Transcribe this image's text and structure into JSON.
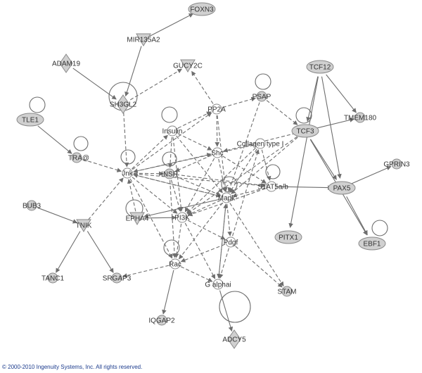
{
  "footer": {
    "copyright": "© 2000-2010 Ingenuity Systems, Inc. All rights reserved."
  },
  "nodes": [
    {
      "id": "FOXN3",
      "label": "FOXN3",
      "shape": "ellipse"
    },
    {
      "id": "MIR135A2",
      "label": "MIR135A2",
      "shape": "triangle-down"
    },
    {
      "id": "ADAM19",
      "label": "ADAM19",
      "shape": "diamond"
    },
    {
      "id": "GUCY2C",
      "label": "GUCY2C",
      "shape": "triangle-down"
    },
    {
      "id": "SH3GL2",
      "label": "SH3GL2",
      "shape": "diamond"
    },
    {
      "id": "TLE1",
      "label": "TLE1",
      "shape": "ellipse"
    },
    {
      "id": "TRAC",
      "label": "TRA@",
      "shape": "circle"
    },
    {
      "id": "Jnk",
      "label": "Jnk",
      "shape": "circle-open"
    },
    {
      "id": "Insulin",
      "label": "Insulin",
      "shape": "circle-open"
    },
    {
      "id": "PP2A",
      "label": "PP2A",
      "shape": "circle-open"
    },
    {
      "id": "Shc",
      "label": "Shc",
      "shape": "circle-open"
    },
    {
      "id": "INSR",
      "label": "INSR",
      "shape": "circle"
    },
    {
      "id": "Collagen",
      "label": "Collagen type I",
      "shape": "circle-open"
    },
    {
      "id": "PSAP",
      "label": "PSAP",
      "shape": "circle"
    },
    {
      "id": "TCF12",
      "label": "TCF12",
      "shape": "ellipse"
    },
    {
      "id": "TMEM180",
      "label": "TMEM180",
      "shape": "circle"
    },
    {
      "id": "TCF3",
      "label": "TCF3",
      "shape": "ellipse"
    },
    {
      "id": "STAT5",
      "label": "STAT5a/b",
      "shape": "circle-open"
    },
    {
      "id": "Mapk",
      "label": "Mapk",
      "shape": "circle-open"
    },
    {
      "id": "PAX5",
      "label": "PAX5",
      "shape": "ellipse"
    },
    {
      "id": "GPRIN3",
      "label": "GPRIN3",
      "shape": "circle"
    },
    {
      "id": "BUB3",
      "label": "BUB3",
      "shape": "circle"
    },
    {
      "id": "TNIK",
      "label": "TNIK",
      "shape": "triangle-down"
    },
    {
      "id": "EPHA4",
      "label": "EPHA4",
      "shape": "triangle-down"
    },
    {
      "id": "PI3K",
      "label": "PI3K",
      "shape": "circle-open"
    },
    {
      "id": "PITX1",
      "label": "PITX1",
      "shape": "ellipse"
    },
    {
      "id": "EBF1",
      "label": "EBF1",
      "shape": "ellipse"
    },
    {
      "id": "Pdgf",
      "label": "Pdgf",
      "shape": "circle-open"
    },
    {
      "id": "Rac",
      "label": "Rac",
      "shape": "circle-open"
    },
    {
      "id": "TANC1",
      "label": "TANC1",
      "shape": "circle"
    },
    {
      "id": "SRGAP3",
      "label": "SRGAP3",
      "shape": "circle"
    },
    {
      "id": "Galphai",
      "label": "G alphai",
      "shape": "circle-open"
    },
    {
      "id": "STAM",
      "label": "STAM",
      "shape": "circle"
    },
    {
      "id": "IQGAP2",
      "label": "IQGAP2",
      "shape": "circle"
    },
    {
      "id": "ADCY5",
      "label": "ADCY5",
      "shape": "diamond"
    }
  ],
  "edges": [
    [
      "MIR135A2",
      "FOXN3",
      "solid"
    ],
    [
      "MIR135A2",
      "SH3GL2",
      "solid"
    ],
    [
      "ADAM19",
      "SH3GL2",
      "solid"
    ],
    [
      "SH3GL2",
      "GUCY2C",
      "dash"
    ],
    [
      "SH3GL2",
      "Jnk",
      "dash"
    ],
    [
      "TLE1",
      "TRAC",
      "solid"
    ],
    [
      "TRAC",
      "Jnk",
      "dash"
    ],
    [
      "Jnk",
      "Insulin",
      "dash"
    ],
    [
      "Jnk",
      "PP2A",
      "dash"
    ],
    [
      "Jnk",
      "INSR",
      "dash"
    ],
    [
      "Jnk",
      "Mapk",
      "dash"
    ],
    [
      "Jnk",
      "PI3K",
      "dash"
    ],
    [
      "Jnk",
      "Rac",
      "dash"
    ],
    [
      "Jnk",
      "STAT5",
      "dash"
    ],
    [
      "Jnk",
      "Shc",
      "dash"
    ],
    [
      "Insulin",
      "PP2A",
      "dash"
    ],
    [
      "Insulin",
      "Shc",
      "dash"
    ],
    [
      "Insulin",
      "INSR",
      "dash"
    ],
    [
      "Insulin",
      "Mapk",
      "dash"
    ],
    [
      "Insulin",
      "PI3K",
      "dash"
    ],
    [
      "PP2A",
      "GUCY2C",
      "dash"
    ],
    [
      "PP2A",
      "Shc",
      "dash"
    ],
    [
      "PP2A",
      "Mapk",
      "dash"
    ],
    [
      "PP2A",
      "PSAP",
      "dash"
    ],
    [
      "Shc",
      "INSR",
      "dash"
    ],
    [
      "Shc",
      "Mapk",
      "dash"
    ],
    [
      "Shc",
      "PI3K",
      "dash"
    ],
    [
      "Shc",
      "STAT5",
      "dash"
    ],
    [
      "INSR",
      "Mapk",
      "dash"
    ],
    [
      "INSR",
      "PI3K",
      "dash"
    ],
    [
      "INSR",
      "Rac",
      "dash"
    ],
    [
      "INSR",
      "STAT5",
      "dash"
    ],
    [
      "Collagen",
      "Mapk",
      "dash"
    ],
    [
      "Collagen",
      "PI3K",
      "dash"
    ],
    [
      "Collagen",
      "STAT5",
      "dash"
    ],
    [
      "Collagen",
      "Jnk",
      "dash"
    ],
    [
      "PSAP",
      "TCF3",
      "dash"
    ],
    [
      "PSAP",
      "Mapk",
      "dash"
    ],
    [
      "TCF12",
      "TMEM180",
      "solid"
    ],
    [
      "TCF12",
      "TCF3",
      "solid"
    ],
    [
      "TCF12",
      "PITX1",
      "solid"
    ],
    [
      "TCF12",
      "PAX5",
      "solid"
    ],
    [
      "TCF3",
      "TMEM180",
      "solid"
    ],
    [
      "TCF3",
      "PAX5",
      "solid"
    ],
    [
      "TCF3",
      "EBF1",
      "solid"
    ],
    [
      "TCF3",
      "Mapk",
      "dash"
    ],
    [
      "TCF3",
      "PI3K",
      "dash"
    ],
    [
      "TCF3",
      "Shc",
      "dash"
    ],
    [
      "STAT5",
      "PAX5",
      "solid"
    ],
    [
      "STAT5",
      "Mapk",
      "dash"
    ],
    [
      "STAT5",
      "PI3K",
      "dash"
    ],
    [
      "Mapk",
      "Pdgf",
      "dash"
    ],
    [
      "Mapk",
      "PI3K",
      "dash"
    ],
    [
      "Mapk",
      "Rac",
      "dash"
    ],
    [
      "Mapk",
      "Galphai",
      "dash"
    ],
    [
      "Mapk",
      "EPHA4",
      "solid"
    ],
    [
      "Mapk",
      "STAM",
      "dash"
    ],
    [
      "Mapk",
      "Jnk",
      "dash"
    ],
    [
      "PAX5",
      "GPRIN3",
      "solid"
    ],
    [
      "PAX5",
      "EBF1",
      "solid"
    ],
    [
      "BUB3",
      "TNIK",
      "solid"
    ],
    [
      "TNIK",
      "TANC1",
      "solid"
    ],
    [
      "TNIK",
      "SRGAP3",
      "solid"
    ],
    [
      "TNIK",
      "Jnk",
      "dash"
    ],
    [
      "EPHA4",
      "Jnk",
      "dash"
    ],
    [
      "EPHA4",
      "PI3K",
      "solid"
    ],
    [
      "PI3K",
      "Pdgf",
      "dash"
    ],
    [
      "PI3K",
      "Rac",
      "dash"
    ],
    [
      "PI3K",
      "Galphai",
      "dash"
    ],
    [
      "Pdgf",
      "Rac",
      "dash"
    ],
    [
      "Pdgf",
      "Galphai",
      "dash"
    ],
    [
      "Pdgf",
      "STAM",
      "dash"
    ],
    [
      "Pdgf",
      "Collagen",
      "dash"
    ],
    [
      "Rac",
      "SRGAP3",
      "dash"
    ],
    [
      "Rac",
      "IQGAP2",
      "solid"
    ],
    [
      "Rac",
      "Galphai",
      "dash"
    ],
    [
      "Galphai",
      "ADCY5",
      "solid"
    ],
    [
      "Galphai",
      "Mapk",
      "dash"
    ]
  ]
}
